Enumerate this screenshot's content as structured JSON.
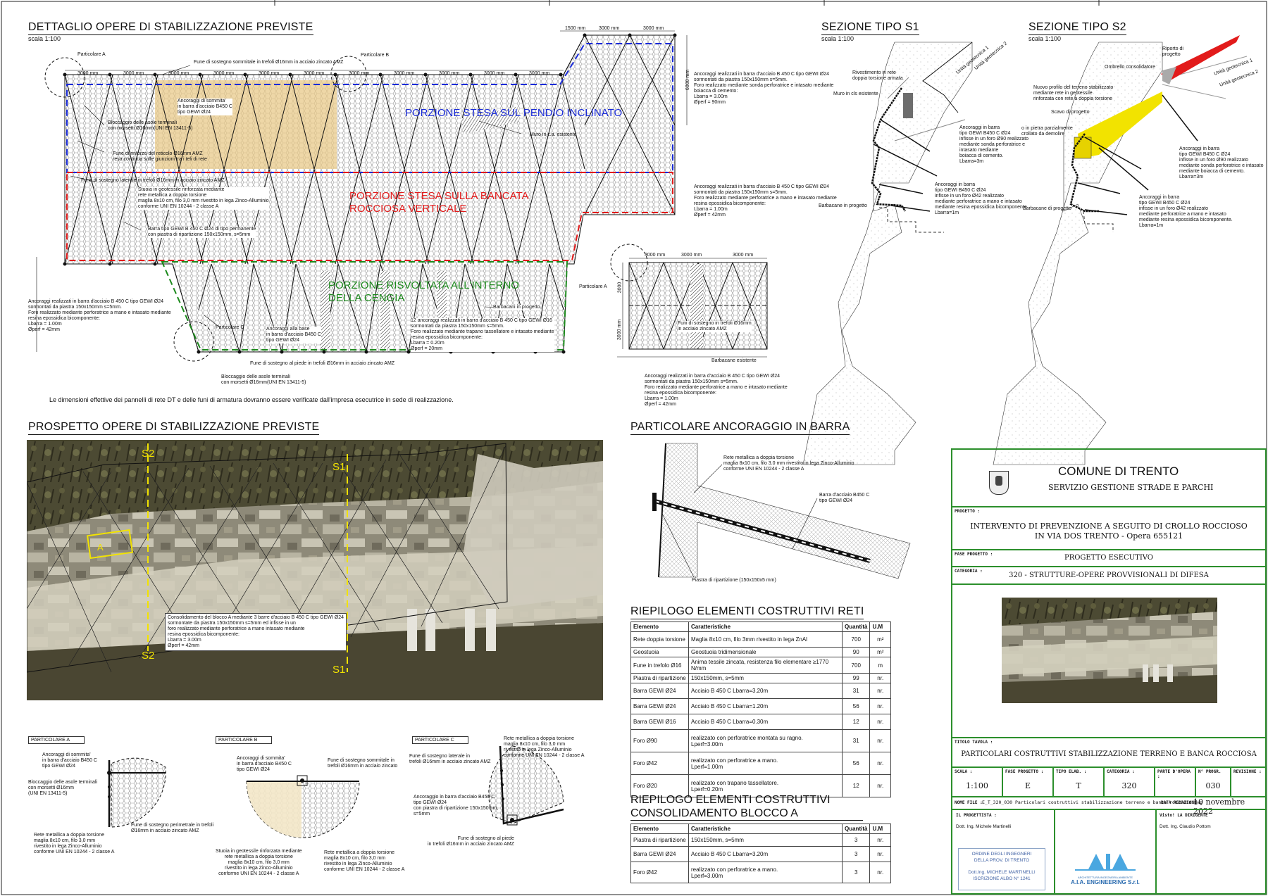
{
  "sections": {
    "detail_title": "DETTAGLIO OPERE DI STABILIZZAZIONE PREVISTE",
    "detail_scale": "scala 1:100",
    "s1_title": "SEZIONE TIPO S1",
    "s1_scale": "scala 1:100",
    "s2_title": "SEZIONE TIPO S2",
    "s2_scale": "scala 1:100",
    "elevation_title": "PROSPETTO OPERE DI STABILIZZAZIONE PREVISTE",
    "anchor_title": "PARTICOLARE ANCORAGGIO IN BARRA",
    "bom1_title": "RIEPILOGO ELEMENTI COSTRUTTIVI RETI",
    "bom2_title": "RIEPILOGO ELEMENTI COSTRUTTIVI CONSOLIDAMENTO BLOCCO A"
  },
  "plan": {
    "zone_blue": "PORZIONE STESA SUL PENDIO INCLINATO",
    "zone_red_1": "PORZIONE STESA SULLA BANCATA",
    "zone_red_2": "ROCCIOSA VERTICALE",
    "zone_green_1": "PORZIONE RISVOLTATA ALL'INTERNO",
    "zone_green_2": "DELLA CENGIA",
    "dims_top": [
      "3000 mm",
      "3000 mm",
      "3000 mm",
      "3000 mm",
      "3000 mm",
      "3000 mm",
      "3000 mm",
      "3000 mm",
      "3000 mm",
      "3000 mm",
      "3000 mm"
    ],
    "dims_top_right": [
      "1500 mm",
      "3000 mm",
      "3000 mm"
    ],
    "dim_vertical": "6000 mm",
    "lbl_part_a": "Particolare A",
    "lbl_part_b": "Particolare B",
    "lbl_part_c": "Particolare C",
    "lbl_fune_sommitale": "Fune di sostegno sommitale in trefoli Ø16mm in acciaio zincato AMZ",
    "lbl_ancoraggi_sommita": "Ancoraggi di sommita'\nin barra d'acciaio B450 C\ntipo GEWI Ø24",
    "lbl_bloccaggio": "Bloccaggio delle asole terminali\ncon morsetti Ø16mm(UNI EN 13411-5)",
    "lbl_fune_rinforzo": "Fune di rinforzo del reticolo Ø16mm AMZ\nresa continua sulle giunzioni tra i teli di rete",
    "lbl_fune_laterale": "Fune di sostegno laterale in trefoli Ø16mm in acciaio zincato AMZ",
    "lbl_stuoia": "Stuoia in geotessile rinforzata mediante\nrete metallica a doppia torsione\nmaglia 8x10 cm, filo 3,0 mm rivestito in lega Zinco-Alluminio\nconforme UNI EN 10244 - 2 classe A",
    "lbl_barra_perm": "Barra tipo GEWI B 450 C Ø24 di tipo permanente\ncon piastra di ripartizione 150x150mm, s=5mm",
    "lbl_muro": "Muro in c.a. esistente",
    "lbl_anc_right1": "Ancoraggi realizzati in barra d'acciaio B 450 C tipo GEWI Ø24\nsormontati da piastra 150x150mm s=5mm.\nForo realizzato mediante sonda perforatrice e intasato mediante\nboiacca di cemento:\nLbarra = 3.00m\nØperf = 90mm",
    "lbl_anc_right2": "Ancoraggi realizzati in barra d'acciaio B 450 C tipo GEWI Ø24\nsormontati da piastra 150x150mm s=5mm.\nForo realizzato mediante perforatrice a mano e intasato mediante\nresina epossidica bicomponente:\nLbarra = 1.00m\nØperf = 42mm",
    "lbl_anc_left": "Ancoraggi realizzati in barra d'acciaio B 450 C tipo GEWI Ø24\nsormontati da piastra 150x150mm s=5mm.\nForo realizzato mediante perforatrice a mano e intasato mediante\nresina epossidica bicomponente:\nLbarra = 1.00m\nØperf = 42mm",
    "lbl_anc_base": "Ancoraggi alla base\nin barra d'acciaio B450 C\ntipo GEWI Ø24",
    "lbl_12anc": "12 ancoraggi realizzati in barra d'acciaio B 450 C tipo GEWI Ø16\nsormontati da piastra 150x150mm s=5mm.\nForo realizzato mediante trapano tassellatore e intasato mediante\nresina epossidica bicomponente:\nLbarra = 0.20m\nØperf = 20mm",
    "lbl_fune_piede": "Fune di sostegno al piede in trefoli Ø16mm in acciaio zincato AMZ",
    "lbl_bloccaggio2": "Bloccaggio delle asole terminali\ncon morsetti Ø16mm(UNI EN 13411-5)",
    "lbl_barbacani": "Barbacani in progetto",
    "note": "Le dimensioni effettive dei pannelli di rete DT e delle funi di armatura dovranno essere verificate dall'impresa esecutrice in sede di realizzazione."
  },
  "small_plan": {
    "dims": [
      "3000 mm",
      "3000 mm",
      "3000 mm"
    ],
    "dim_v1": "3000",
    "dim_v2": "3000 mm",
    "lbl_part_a": "Particolare A",
    "lbl_funi": "Funi di sostegno in trefoli Ø16mm\nin acciaio zincato AMZ",
    "lbl_barb": "Barbacane esistente",
    "lbl_anc": "Ancoraggi realizzati in barra d'acciaio B 450 C tipo GEWI Ø24\nsormontati da piastra 150x150mm s=5mm.\nForo realizzato mediante perforatrice a mano e intasato mediante\nresina epossidica bicomponente:\nLbarra = 1.00m\nØperf = 42mm"
  },
  "s1": {
    "lbl_riv": "Rivestimento in rete\ndoppia torsione armata",
    "lbl_muro": "Muro in cls esistente",
    "lbl_unit1": "Unità geotecnica 1",
    "lbl_unit2": "Unità geotecnica 2",
    "lbl_anc1": "Ancoraggi in barra\ntipo GEWI B450 C Ø24\ninfisse in un foro Ø90 realizzato\nmediante sonda perforatrice e\nintasato mediante\nboiacca di cemento.\nLbarra=3m",
    "lbl_anc2": "Ancoraggi in barra\ntipo GEWI B450 C Ø24\ninfisse in un foro Ø42 realizzato\nmediante perforatrice a mano e intasato\nmediante resina epossidica bicomponente.\nLbarra=1m",
    "lbl_barb": "Barbacane in progetto"
  },
  "s2": {
    "lbl_riporto": "Riporto di\nprogetto",
    "lbl_ombrello": "Ombrello consolidatore",
    "lbl_profilo": "Nuovo profilo del terreno stabilizzato\nmediante rete in geotessile\nrinforzata con rete a doppia torsione",
    "lbl_scavo": "Scavo di progetto",
    "lbl_muro_pietra": "o in pietra parzialmente\ncrollato da demolire",
    "lbl_unit1": "Unità geotecnica 1",
    "lbl_unit2": "Unità geotecnica 2",
    "lbl_anc1": "Ancoraggi in barra\ntipo GEWI B450 C Ø24\ninfisse in un foro Ø90 realizzato\nmediante sonda perforatrice e intasato\nmediante boiacca di cemento.\nLbarra=3m",
    "lbl_anc2": "Ancoraggi in barra\ntipo GEWI B450 C Ø24\ninfisse in un foro Ø42 realizzato\nmediante perforatrice a mano e intasato\nmediante resina epossidica bicomponente.\nLbarra=1m",
    "lbl_barb": "Barbacane di progetto"
  },
  "elevation": {
    "s2_top": "S2",
    "s2_bot": "S2",
    "s1_top": "S1",
    "s1_bot": "S1",
    "lbl_a": "A",
    "callout": "Consolidamento del blocco A mediante 3 barre d'acciaio B 450 C tipo GEWI Ø24\nsormontate da piastra 150x150mm s=5mm ed infisse in un\nforo realizzato mediante perforatrice a mano intasato mediante\nresina epossidica bicomponente:\nLbarra = 3.00m\nØperf = 42mm"
  },
  "anchor_detail": {
    "lbl_rete": "Rete metallica a doppia torsione\nmaglia 8x10 cm, filo 3.0 mm rivestito in lega Zinco-Alluminio\nconforme UNI EN 10244 - 2 classe A",
    "lbl_barra": "Barra d'acciaio B450 C\ntipo GEWI Ø24",
    "lbl_piastra": "Piastra di ripartizione (150x150x5 mm)"
  },
  "details": {
    "a_title": "PARTICOLARE A",
    "a_l1": "Ancoraggi di sommita'\nin barra d'acciaio B450 C\ntipo GEWI Ø24",
    "a_l2": "Bloccaggio delle asole terminali\ncon morsetti Ø16mm\n(UNI EN 13411-5)",
    "a_l3": "Fune di sostegno perimetrale in trefoli\nØ16mm in acciaio zincato AMZ",
    "a_l4": "Rete metallica a doppia torsione\nmaglia 8x10 cm, filo 3,0 mm\nrivestito in lega Zinco-Alluminio\nconforme UNI EN 10244 - 2 classe A",
    "b_title": "PARTICOLARE B",
    "b_l1": "Ancoraggi di sommita'\nin barra d'acciaio B450 C\ntipo GEWI Ø24",
    "b_l2": "Fune di sostegno sommitale in\ntrefoli Ø16mm in acciaio zincato",
    "b_l3": "Stuoia in geotessile rinforzata mediante\nrete metallica a doppia torsione\nmaglia 8x10 cm, filo 3,0 mm\nrivestito in lega Zinco-Alluminio\nconforme UNI EN 10244 - 2 classe A",
    "b_l4": "Rete metallica a doppia torsione\nmaglia 8x10 cm, filo 3,0 mm\nrivestito in lega Zinco-Alluminio\nconforme UNI EN 10244 - 2 classe A",
    "c_title": "PARTICOLARE C",
    "c_l1": "Fune di sostegno laterale in\ntrefoli Ø16mm in acciaio zincato AMZ",
    "c_l2": "Rete metallica a doppia torsione\nmaglia 8x10 cm, filo 3,0 mm\nrivestito in lega Zinco-Alluminio\nconforme UNI EN 10244 - 2 classe A",
    "c_l3": "Ancoraggio in barra d'acciaio B450 C\ntipo GEWI Ø24\ncon piastra di ripartizione 150x150mm,\ns=5mm",
    "c_l4": "Fune di sostegno al piede\nin trefoli Ø16mm in acciaio zincato AMZ"
  },
  "bom1": {
    "headers": [
      "Elemento",
      "Caratteristiche",
      "Quantità",
      "U.M"
    ],
    "rows": [
      [
        "Rete doppia torsione",
        "Maglia 8x10 cm, filo 3mm rivestito in lega ZnAl",
        "700",
        "m²"
      ],
      [
        "Geostuoia",
        "Geostuoia tridimensionale",
        "90",
        "m²"
      ],
      [
        "Fune in trefolo Ø16",
        "Anima tessile zincata, resistenza filo elementare ≥1770 N/mm",
        "700",
        "m"
      ],
      [
        "Piastra di ripartizione",
        "150x150mm, s=5mm",
        "99",
        "nr."
      ],
      [
        "Barra GEWI Ø24",
        "Acciaio B 450 C Lbarra=3.20m",
        "31",
        "nr."
      ],
      [
        "Barra GEWI Ø24",
        "Acciaio B 450 C Lbarra=1.20m",
        "56",
        "nr."
      ],
      [
        "Barra GEWI Ø16",
        "Acciaio B 450 C Lbarra=0.30m",
        "12",
        "nr."
      ],
      [
        "Foro Ø90",
        "realizzato con perforatrice montata su ragno.\nLperf=3.00m",
        "31",
        "nr."
      ],
      [
        "Foro Ø42",
        "realizzato con perforatrice a mano.\nLperf=1.00m",
        "56",
        "nr."
      ],
      [
        "Foro Ø20",
        "realizzato con trapano tassellatore.\nLperf=0.20m",
        "12",
        "nr."
      ]
    ]
  },
  "bom2": {
    "headers": [
      "Elemento",
      "Caratteristiche",
      "Quantità",
      "U.M"
    ],
    "rows": [
      [
        "Piastra di ripartizione",
        "150x150mm, s=5mm",
        "3",
        "nr."
      ],
      [
        "Barra GEWI Ø24",
        "Acciaio B 450 C Lbarra=3.20m",
        "3",
        "nr."
      ],
      [
        "Foro Ø42",
        "realizzato con perforatrice a mano.\nLperf=3.00m",
        "3",
        "nr."
      ]
    ]
  },
  "title_block": {
    "comune": "COMUNE DI TRENTO",
    "servizio": "SERVIZIO GESTIONE STRADE E PARCHI",
    "lbl_progetto": "PROGETTO :",
    "progetto_1": "INTERVENTO DI PREVENZIONE A SEGUITO DI CROLLO ROCCIOSO",
    "progetto_2": "IN VIA DOS TRENTO - Opera 655121",
    "lbl_fase": "FASE PROGETTO :",
    "fase": "PROGETTO ESECUTIVO",
    "lbl_categoria": "CATEGORIA :",
    "categoria": "320 - STRUTTURE-OPERE PROVVISIONALI DI DIFESA",
    "lbl_titolo": "TITOLO TAVOLA :",
    "titolo": "PARTICOLARI COSTRUTTIVI STABILIZZAZIONE TERRENO E BANCA ROCCIOSA",
    "cells_labels": [
      "SCALA :",
      "FASE PROGETTO :",
      "TIPO ELAB. :",
      "CATEGORIA :",
      "PARTE D'OPERA :",
      "N° PROGR.",
      "REVISIONE :"
    ],
    "cells_values": [
      "1:100",
      "E",
      "T",
      "320",
      "",
      "030",
      ""
    ],
    "lbl_nome_file": "NOME FILE :",
    "nome_file": "E_T_320_030 Particolari costruttivi stabilizzazione terreno e banca rocciosa.dwg",
    "lbl_data": "DATA REDAZIONE :",
    "data": "10 novembre 2022",
    "lbl_progettista": "IL PROGETTISTA :",
    "progettista": "Dott. Ing. Michele Martinelli",
    "lbl_dirigente": "Visto! LA DIRIGENTE",
    "dirigente": "Dott. Ing. Claudio Pottom",
    "stamp_1": "ORDINE DEGLI INGEGNERI",
    "stamp_2": "DELLA PROV. DI TRENTO",
    "stamp_3": "Dott.Ing. MICHELE MARTINELLI",
    "stamp_4": "ISCRIZIONE ALBO N° 1241",
    "logo_sub": "ARCHITETTURA INGEGNERIA AMBIENTE",
    "logo_name": "A.I.A. ENGINEERING S.r.l."
  },
  "colors": {
    "blue": "#1a2bd8",
    "red": "#e21b1b",
    "green": "#1c8a1c",
    "sand": "#e8c98a",
    "yellow": "#f2e300",
    "tb_green": "#2c8f2c"
  }
}
